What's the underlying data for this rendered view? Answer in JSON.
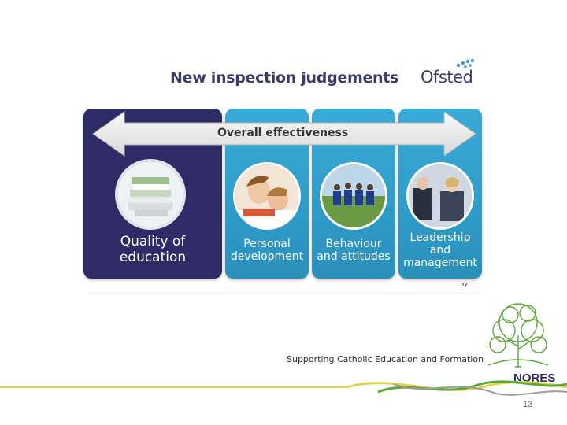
{
  "slide": {
    "title": "New inspection judgements",
    "logo_text": "Ofsted",
    "arrow_label": "Overall effectiveness",
    "judgements": [
      {
        "label": "Quality of\neducation",
        "color": "#2e2c66"
      },
      {
        "label": "Personal\ndevelopment",
        "color": "#3aaad7"
      },
      {
        "label": "Behaviour\nand attitudes",
        "color": "#3aaad7"
      },
      {
        "label": "Leadership\nand\nmanagement",
        "color": "#3aaad7"
      }
    ],
    "image_page_marker": "17",
    "tagline": "Supporting Catholic Education and Formation",
    "brand": "NORES",
    "page_number": "13"
  },
  "colors": {
    "navy": "#2e2c66",
    "sky": "#3aaad7",
    "brand_green": "#5aa83a",
    "brand_yellow": "#e8d14a",
    "brand_text": "#2d2a6e"
  }
}
